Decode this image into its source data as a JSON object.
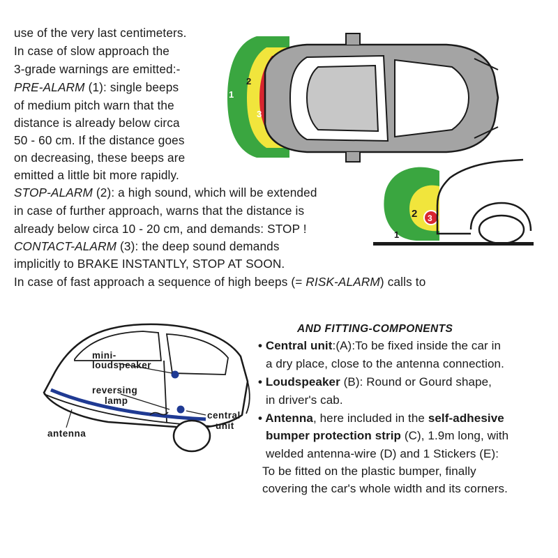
{
  "upper_text": {
    "l1": "use of the very last centimeters.",
    "l2": "In case of slow approach the",
    "l3": "3-grade warnings are emitted:-",
    "l4a": "PRE-ALARM",
    "l4b": " (1): single beeps",
    "l5": "of medium pitch warn that the",
    "l6": "distance is already below circa",
    "l7": "50 - 60 cm. If the distance goes",
    "l8": "on decreasing, these beeps are",
    "l9": "emitted a little bit more rapidly.",
    "l10a": "STOP-ALARM",
    "l10b": " (2): a high sound, which will be extended",
    "l11": "in case of further approach, warns that the distance is",
    "l12": "already below circa 10 - 20 cm, and demands: STOP !",
    "l13a": "CONTACT-ALARM",
    "l13b": " (3): the deep sound demands",
    "l14": "implicitly to BRAKE INSTANTLY, STOP AT SOON.",
    "l15a": "In case of fast approach a sequence of high beeps (= ",
    "l15b": "RISK-ALARM",
    "l15c": ") calls to"
  },
  "zones": {
    "z1": "1",
    "z2": "2",
    "z3": "3"
  },
  "diagram_labels": {
    "mini1": "mini-",
    "mini2": "loudspeaker",
    "rev1": "reversing",
    "rev2": "lamp",
    "central1": "central",
    "central2": "unit",
    "antenna": "antenna"
  },
  "components": {
    "heading": "AND FITTING-COMPONENTS",
    "b1_bold": "• Central unit",
    "b1_rest": ":(A):To be fixed inside the car in",
    "b1_l2": "a dry place, close to the antenna connection.",
    "b2_bold": "• Loudspeaker",
    "b2_rest": " (B): Round or Gourd shape,",
    "b2_l2": "in driver's cab.",
    "b3_bold": "• Antenna",
    "b3_mid": ", here included in the ",
    "b3_bold2": "self-adhesive",
    "b3_l2_bold": "bumper protection strip",
    "b3_l2_rest": " (C), 1.9m long, with",
    "b3_l3": "welded antenna-wire (D) and 1 Stickers (E):",
    "b3_l4": "To be fitted on the plastic bumper, finally",
    "b3_l5": "covering the car's whole width and its corners."
  },
  "colors": {
    "zone_green": "#3aa640",
    "zone_yellow": "#f1e53c",
    "zone_red": "#d8262f",
    "car_grey": "#9c9c9c",
    "strip_blue": "#1f3a93"
  },
  "icons": {
    "top_view": "car-top-view-icon",
    "side_view": "car-rear-bumper-icon",
    "rear_view": "car-rear-three-quarter-icon"
  }
}
